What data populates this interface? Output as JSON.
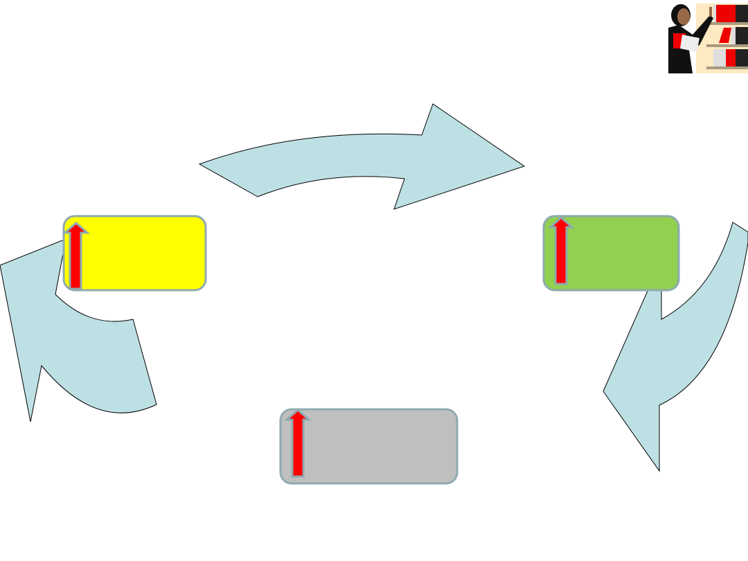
{
  "colors": {
    "cycle_arrow": "#bde0e4",
    "box_yellow": "#ffff00",
    "box_green": "#92d050",
    "box_gray": "#bfbfbf",
    "box_border": "#8eaaaf",
    "up_arrow": "#ff0000"
  },
  "boxes": [
    {
      "id": "yellow",
      "text": ""
    },
    {
      "id": "green",
      "text": ""
    },
    {
      "id": "gray",
      "text": ""
    }
  ],
  "icons": {
    "clipart": "librarian-bookshelf-icon",
    "up_arrow": "arrow-up-icon"
  }
}
